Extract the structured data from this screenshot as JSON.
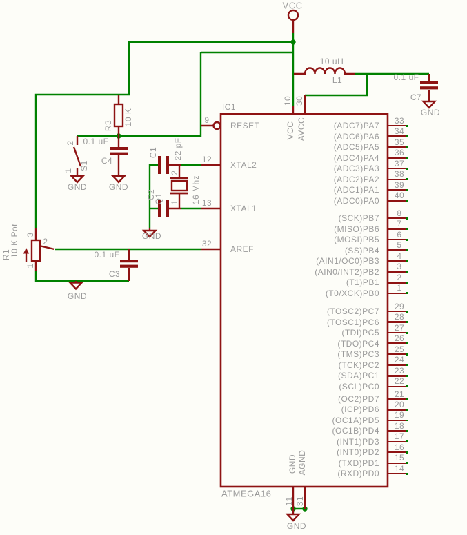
{
  "colors": {
    "wire": "#008100",
    "part": "#8e1313",
    "label": "#9b9b9b",
    "bg": "#fdfdf8"
  },
  "power": {
    "vcc": "VCC",
    "gnd_s1": "GND",
    "gnd_c4": "GND",
    "gnd_q1": "GND",
    "gnd_pot": "GND",
    "gnd_c7": "GND",
    "gnd_ic": "GND"
  },
  "parts": {
    "l1": {
      "ref": "L1",
      "value": "10 uH"
    },
    "c7": {
      "ref": "C7",
      "value": "0.1 uF"
    },
    "r3": {
      "ref": "R3",
      "value": "10 K"
    },
    "c4": {
      "ref": "C4",
      "value": "0.1 uF"
    },
    "s1": {
      "ref": "S1",
      "pin1": "1",
      "pin2": "2"
    },
    "c1": {
      "ref": "C1",
      "value": "22 pF"
    },
    "c2": {
      "ref": "C2"
    },
    "q1": {
      "ref": "Q1",
      "value": "16 Mhz",
      "pin1": "1",
      "pin2": "2"
    },
    "r1": {
      "ref": "R1",
      "value": "10 K Pot",
      "pin1": "1",
      "pin2": "2",
      "pin3": "3"
    },
    "c3": {
      "ref": "C3",
      "value": "0.1 uF"
    }
  },
  "ic": {
    "ref": "IC1",
    "part": "ATMEGA16",
    "top_pins": [
      {
        "num": "10",
        "name": "VCC"
      },
      {
        "num": "30",
        "name": "AVCC"
      }
    ],
    "bottom_pins": [
      {
        "num": "11",
        "name": "GND"
      },
      {
        "num": "31",
        "name": "AGND"
      }
    ],
    "left_pins": [
      {
        "num": "9",
        "name": "RESET"
      },
      {
        "num": "12",
        "name": "XTAL2"
      },
      {
        "num": "13",
        "name": "XTAL1"
      },
      {
        "num": "32",
        "name": "AREF"
      }
    ],
    "port_a": [
      {
        "num": "33",
        "name": "(ADC7)PA7"
      },
      {
        "num": "34",
        "name": "(ADC6)PA6"
      },
      {
        "num": "35",
        "name": "(ADC5)PA5"
      },
      {
        "num": "36",
        "name": "(ADC4)PA4"
      },
      {
        "num": "37",
        "name": "(ADC3)PA3"
      },
      {
        "num": "38",
        "name": "(ADC2)PA2"
      },
      {
        "num": "39",
        "name": "(ADC1)PA1"
      },
      {
        "num": "40",
        "name": "(ADC0)PA0"
      }
    ],
    "port_b": [
      {
        "num": "8",
        "name": "(SCK)PB7"
      },
      {
        "num": "7",
        "name": "(MISO)PB6"
      },
      {
        "num": "6",
        "name": "(MOSI)PB5"
      },
      {
        "num": "5",
        "name": "(SS)PB4"
      },
      {
        "num": "4",
        "name": "(AIN1/OC0)PB3"
      },
      {
        "num": "3",
        "name": "(AIN0/INT2)PB2"
      },
      {
        "num": "2",
        "name": "(T1)PB1"
      },
      {
        "num": "1",
        "name": "(T0/XCK)PB0"
      }
    ],
    "port_c": [
      {
        "num": "29",
        "name": "(TOSC2)PC7"
      },
      {
        "num": "28",
        "name": "(TOSC1)PC6"
      },
      {
        "num": "27",
        "name": "(TDI)PC5"
      },
      {
        "num": "26",
        "name": "(TDO)PC4"
      },
      {
        "num": "25",
        "name": "(TMS)PC3"
      },
      {
        "num": "24",
        "name": "(TCK)PC2"
      },
      {
        "num": "23",
        "name": "(SDA)PC1"
      },
      {
        "num": "22",
        "name": "(SCL)PC0"
      }
    ],
    "port_d": [
      {
        "num": "21",
        "name": "(OC2)PD7"
      },
      {
        "num": "20",
        "name": "(ICP)PD6"
      },
      {
        "num": "19",
        "name": "(OC1A)PD5"
      },
      {
        "num": "18",
        "name": "(OC1B)PD4"
      },
      {
        "num": "17",
        "name": "(INT1)PD3"
      },
      {
        "num": "16",
        "name": "(INT0)PD2"
      },
      {
        "num": "15",
        "name": "(TXD)PD1"
      },
      {
        "num": "14",
        "name": "(RXD)PD0"
      }
    ]
  }
}
